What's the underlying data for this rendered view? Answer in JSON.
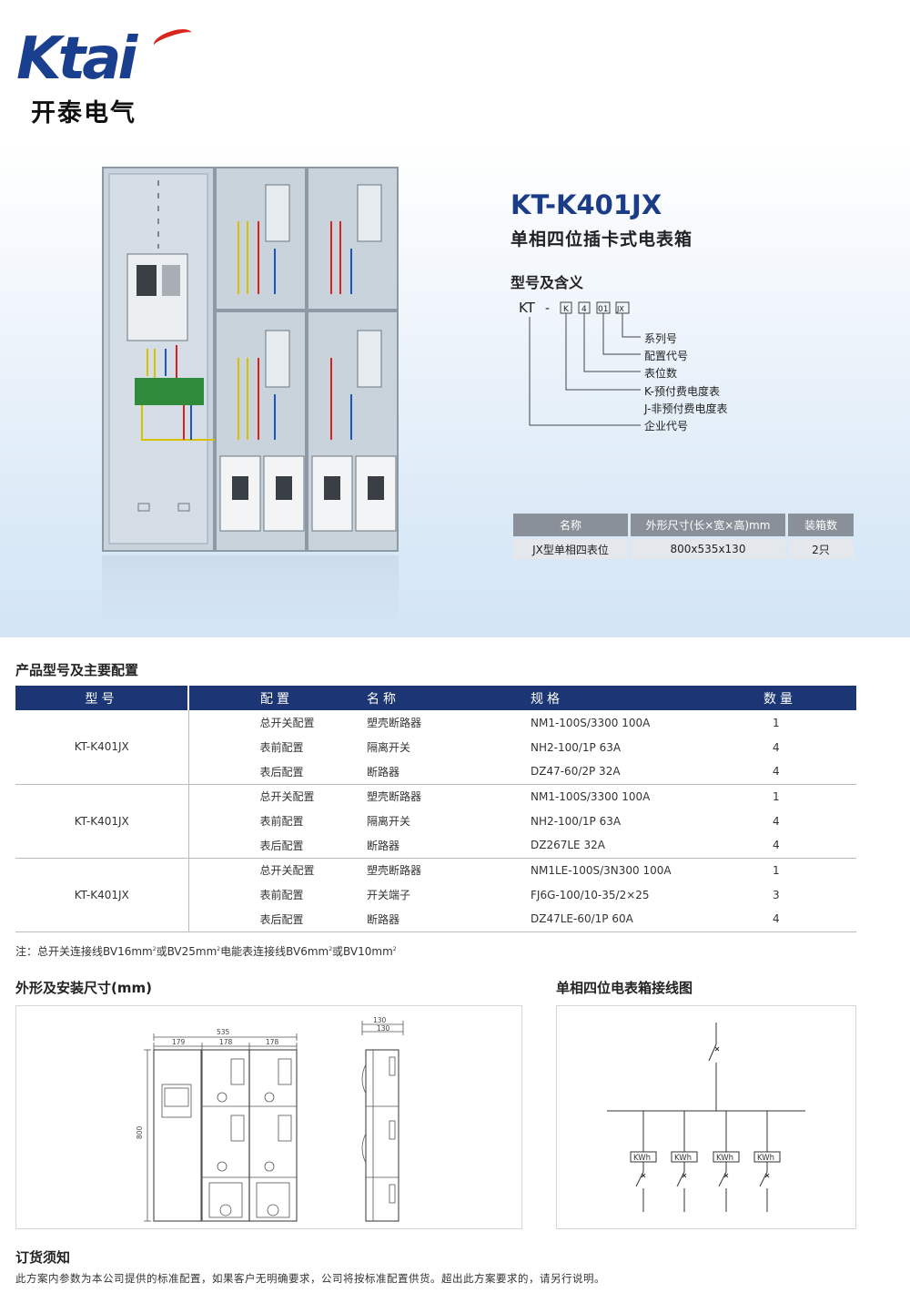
{
  "brand": {
    "logo_text": "Ktai",
    "name_cn": "开泰电气"
  },
  "product": {
    "model": "KT-K401JX",
    "subtitle": "单相四位插卡式电表箱"
  },
  "meaning": {
    "title": "型号及含义",
    "code": {
      "prefix": "KT",
      "dash": "-",
      "boxes": [
        "K",
        "4",
        "01",
        "JX"
      ]
    },
    "labels": [
      "系列号",
      "配置代号",
      "表位数",
      "K-预付费电度表",
      "J-非预付费电度表",
      "企业代号"
    ]
  },
  "spec_table": {
    "headers": [
      "名称",
      "外形尺寸(长×宽×高)mm",
      "装箱数"
    ],
    "row": [
      "JX型单相四表位",
      "800x535x130",
      "2只"
    ]
  },
  "config": {
    "title": "产品型号及主要配置",
    "headers": [
      "型号",
      "配置",
      "名称",
      "规格",
      "数量"
    ],
    "groups": [
      {
        "model": "KT-K401JX",
        "rows": [
          [
            "总开关配置",
            "塑壳断路器",
            "NM1-100S/3300 100A",
            "1"
          ],
          [
            "表前配置",
            "隔离开关",
            "NH2-100/1P 63A",
            "4"
          ],
          [
            "表后配置",
            "断路器",
            "DZ47-60/2P 32A",
            "4"
          ]
        ]
      },
      {
        "model": "KT-K401JX",
        "rows": [
          [
            "总开关配置",
            "塑壳断路器",
            "NM1-100S/3300 100A",
            "1"
          ],
          [
            "表前配置",
            "隔离开关",
            "NH2-100/1P 63A",
            "4"
          ],
          [
            "表后配置",
            "断路器",
            "DZ267LE 32A",
            "4"
          ]
        ]
      },
      {
        "model": "KT-K401JX",
        "rows": [
          [
            "总开关配置",
            "塑壳断路器",
            "NM1LE-100S/3N300 100A",
            "1"
          ],
          [
            "表前配置",
            "开关端子",
            "FJ6G-100/10-35/2×25",
            "3"
          ],
          [
            "表后配置",
            "断路器",
            "DZ47LE-60/1P 60A",
            "4"
          ]
        ]
      }
    ],
    "note": {
      "a": "注：总开关连接线BV16mm",
      "b": "或BV25mm",
      "c": "电能表连接线BV6mm",
      "d": "或BV10mm",
      "sup": "2"
    }
  },
  "dimensions": {
    "title": "外形及安装尺寸(mm)",
    "total_width": "535",
    "col1": "179",
    "col2": "178",
    "col3": "178",
    "height": "800",
    "depth_outer": "130",
    "depth_inner": "130"
  },
  "wiring": {
    "title": "单相四位电表箱接线图",
    "meter_label": "KWh"
  },
  "order": {
    "title": "订货须知",
    "text": "此方案内参数为本公司提供的标准配置，如果客户无明确要求，公司将按标准配置供货。超出此方案要求的，请另行说明。"
  },
  "colors": {
    "brand_blue": "#1b3f8f",
    "brand_red": "#d9261c",
    "table_header": "#1c3575",
    "spec_header": "#8a9099"
  }
}
